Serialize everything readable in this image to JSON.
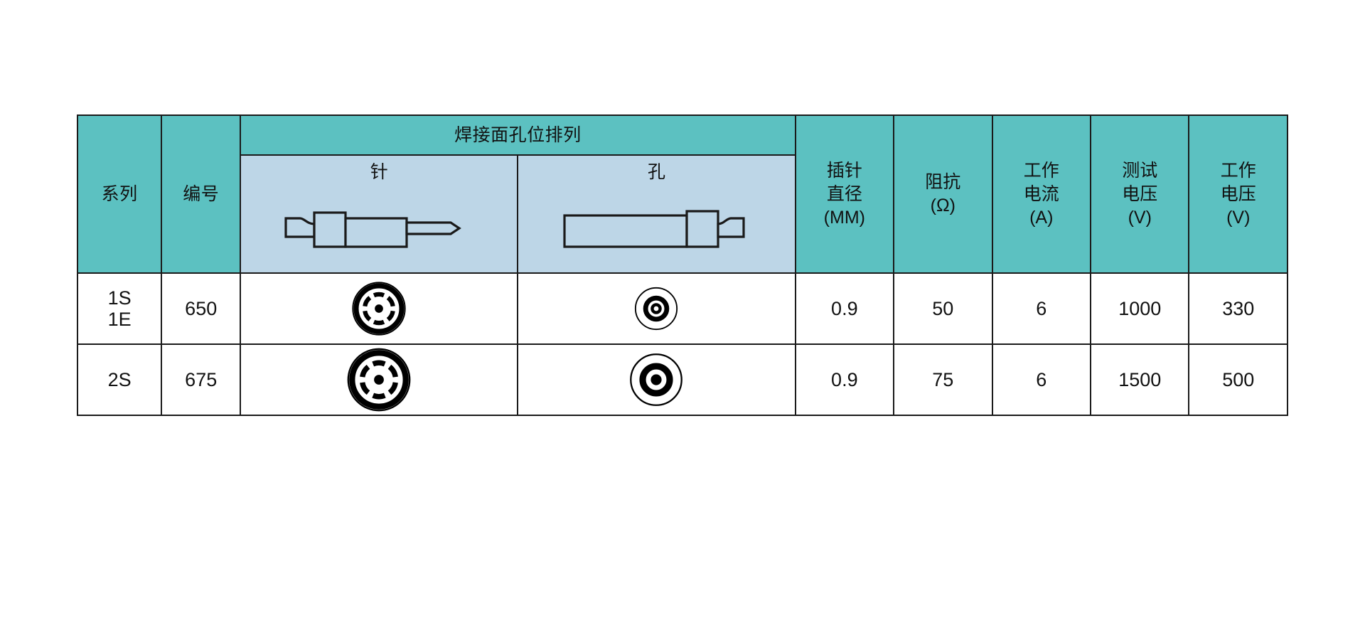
{
  "table": {
    "group_header": {
      "solder_face_label": "焊接面孔位排列"
    },
    "columns": {
      "series": "系列",
      "code": "编号",
      "pin": "针",
      "hole": "孔",
      "pin_diameter": "插针\n直径\n(MM)",
      "impedance": "阻抗\n(Ω)",
      "working_current": "工作\n电流\n(A)",
      "test_voltage": "测试\n电压\n(V)",
      "working_voltage": "工作\n电压\n(V)"
    },
    "rows": [
      {
        "series": "1S\n1E",
        "code": "650",
        "pin_icon": "pin-pattern-7-icon",
        "hole_icon": "socket-concentric-icon",
        "pin_diameter": "0.9",
        "impedance": "50",
        "working_current": "6",
        "test_voltage": "1000",
        "working_voltage": "330"
      },
      {
        "series": "2S",
        "code": "675",
        "pin_icon": "pin-pattern-7-icon",
        "hole_icon": "socket-concentric-icon",
        "pin_diameter": "0.9",
        "impedance": "75",
        "working_current": "6",
        "test_voltage": "1500",
        "working_voltage": "500"
      }
    ],
    "icons": {
      "pin_profile": "plug-pin-profile-icon",
      "hole_profile": "socket-body-profile-icon"
    },
    "colors": {
      "header_teal": "#5cc1c1",
      "subheader_blue": "#bdd6e7",
      "border": "#1a1a1a",
      "text": "#111111",
      "body_background": "#ffffff"
    }
  }
}
